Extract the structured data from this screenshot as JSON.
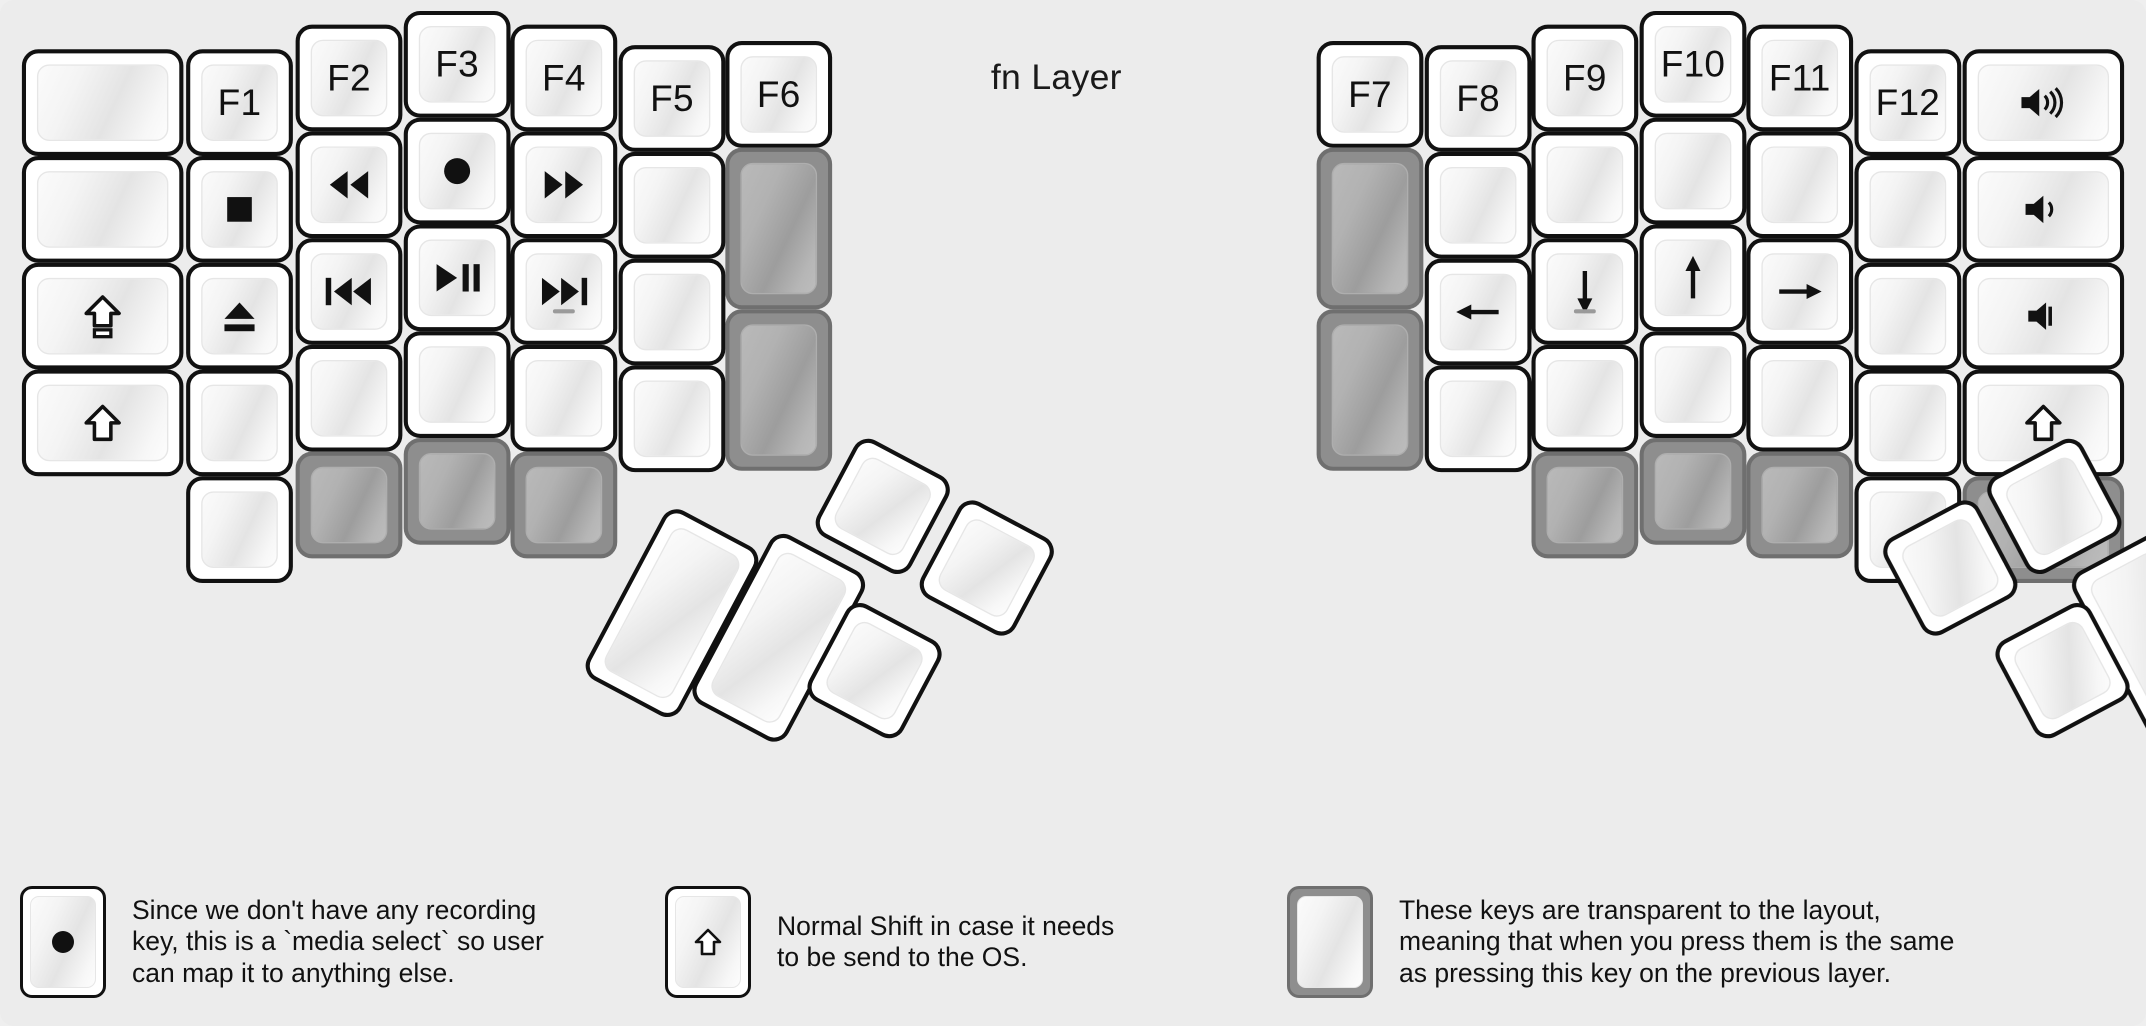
{
  "title": "fn Layer",
  "colors": {
    "background": "#ececec",
    "key_face": "#ffffff",
    "key_border": "#111111",
    "transparent_key": "#8e8e8e"
  },
  "notes": [
    {
      "icon": "record-icon",
      "key_style": "normal",
      "text": "Since we don't have any recording\nkey, this is a `media select` so user\ncan map it to anything else."
    },
    {
      "icon": "shift-arrow-icon",
      "key_style": "normal",
      "text": "Normal Shift in case it needs\nto be send to the OS."
    },
    {
      "icon": "none",
      "key_style": "transparent",
      "text": "These keys are transparent to the layout,\nmeaning that when you press them is the same\nas pressing this key on the previous layer."
    }
  ],
  "left_half": {
    "columns": [
      {
        "name": "col-pinky-outer",
        "keys": [
          {
            "label": "",
            "icon": "none",
            "style": "normal"
          },
          {
            "label": "",
            "icon": "none",
            "style": "normal"
          },
          {
            "label": "",
            "icon": "capslock-icon",
            "style": "normal"
          },
          {
            "label": "",
            "icon": "shift-arrow-icon",
            "style": "normal"
          }
        ]
      },
      {
        "name": "col-pinky",
        "keys": [
          {
            "label": "F1",
            "icon": "none",
            "style": "normal"
          },
          {
            "label": "",
            "icon": "stop-icon",
            "style": "normal"
          },
          {
            "label": "",
            "icon": "eject-icon",
            "style": "normal"
          },
          {
            "label": "",
            "icon": "none",
            "style": "normal"
          },
          {
            "label": "",
            "icon": "none",
            "style": "normal"
          }
        ]
      },
      {
        "name": "col-ring",
        "keys": [
          {
            "label": "F2",
            "icon": "none",
            "style": "normal"
          },
          {
            "label": "",
            "icon": "rewind-icon",
            "style": "normal"
          },
          {
            "label": "",
            "icon": "prev-track-icon",
            "style": "normal"
          },
          {
            "label": "",
            "icon": "none",
            "style": "normal"
          },
          {
            "label": "",
            "icon": "none",
            "style": "transparent"
          }
        ]
      },
      {
        "name": "col-middle",
        "keys": [
          {
            "label": "F3",
            "icon": "none",
            "style": "normal"
          },
          {
            "label": "",
            "icon": "record-icon",
            "style": "normal"
          },
          {
            "label": "",
            "icon": "play-pause-icon",
            "style": "normal"
          },
          {
            "label": "",
            "icon": "none",
            "style": "normal"
          },
          {
            "label": "",
            "icon": "none",
            "style": "transparent"
          }
        ]
      },
      {
        "name": "col-index",
        "keys": [
          {
            "label": "F4",
            "icon": "none",
            "style": "normal"
          },
          {
            "label": "",
            "icon": "fast-forward-icon",
            "style": "normal"
          },
          {
            "label": "",
            "icon": "next-track-icon",
            "style": "normal"
          },
          {
            "label": "",
            "icon": "none",
            "style": "normal"
          },
          {
            "label": "",
            "icon": "none",
            "style": "transparent"
          }
        ]
      },
      {
        "name": "col-inner-1",
        "keys": [
          {
            "label": "F5",
            "icon": "none",
            "style": "normal"
          },
          {
            "label": "",
            "icon": "none",
            "style": "normal"
          },
          {
            "label": "",
            "icon": "none",
            "style": "normal"
          },
          {
            "label": "",
            "icon": "none",
            "style": "normal"
          }
        ]
      },
      {
        "name": "col-inner-2",
        "keys": [
          {
            "label": "F6",
            "icon": "none",
            "style": "normal"
          },
          {
            "label": "",
            "icon": "none",
            "style": "transparent"
          },
          {
            "label": "",
            "icon": "none",
            "style": "transparent"
          }
        ]
      }
    ],
    "thumb_cluster_count": 5
  },
  "right_half": {
    "columns": [
      {
        "name": "col-inner-2",
        "keys": [
          {
            "label": "F7",
            "icon": "none",
            "style": "normal"
          },
          {
            "label": "",
            "icon": "none",
            "style": "transparent"
          },
          {
            "label": "",
            "icon": "none",
            "style": "transparent"
          }
        ]
      },
      {
        "name": "col-inner-1",
        "keys": [
          {
            "label": "F8",
            "icon": "none",
            "style": "normal"
          },
          {
            "label": "",
            "icon": "none",
            "style": "normal"
          },
          {
            "label": "",
            "icon": "arrow-left-icon",
            "style": "normal"
          },
          {
            "label": "",
            "icon": "none",
            "style": "normal"
          }
        ]
      },
      {
        "name": "col-index",
        "keys": [
          {
            "label": "F9",
            "icon": "none",
            "style": "normal"
          },
          {
            "label": "",
            "icon": "none",
            "style": "normal"
          },
          {
            "label": "",
            "icon": "arrow-down-icon",
            "style": "normal"
          },
          {
            "label": "",
            "icon": "none",
            "style": "normal"
          },
          {
            "label": "",
            "icon": "none",
            "style": "transparent"
          }
        ]
      },
      {
        "name": "col-middle",
        "keys": [
          {
            "label": "F10",
            "icon": "none",
            "style": "normal"
          },
          {
            "label": "",
            "icon": "none",
            "style": "normal"
          },
          {
            "label": "",
            "icon": "arrow-up-icon",
            "style": "normal"
          },
          {
            "label": "",
            "icon": "none",
            "style": "normal"
          },
          {
            "label": "",
            "icon": "none",
            "style": "transparent"
          }
        ]
      },
      {
        "name": "col-ring",
        "keys": [
          {
            "label": "F11",
            "icon": "none",
            "style": "normal"
          },
          {
            "label": "",
            "icon": "none",
            "style": "normal"
          },
          {
            "label": "",
            "icon": "arrow-right-icon",
            "style": "normal"
          },
          {
            "label": "",
            "icon": "none",
            "style": "normal"
          },
          {
            "label": "",
            "icon": "none",
            "style": "transparent"
          }
        ]
      },
      {
        "name": "col-pinky",
        "keys": [
          {
            "label": "F12",
            "icon": "none",
            "style": "normal"
          },
          {
            "label": "",
            "icon": "none",
            "style": "normal"
          },
          {
            "label": "",
            "icon": "none",
            "style": "normal"
          },
          {
            "label": "",
            "icon": "none",
            "style": "normal"
          },
          {
            "label": "",
            "icon": "none",
            "style": "normal"
          }
        ]
      },
      {
        "name": "col-pinky-outer",
        "keys": [
          {
            "label": "",
            "icon": "volume-up-icon",
            "style": "normal"
          },
          {
            "label": "",
            "icon": "volume-down-icon",
            "style": "normal"
          },
          {
            "label": "",
            "icon": "volume-mute-icon",
            "style": "normal"
          },
          {
            "label": "",
            "icon": "shift-arrow-icon",
            "style": "normal"
          },
          {
            "label": "",
            "icon": "none",
            "style": "transparent"
          }
        ]
      }
    ],
    "thumb_cluster_count": 5
  }
}
